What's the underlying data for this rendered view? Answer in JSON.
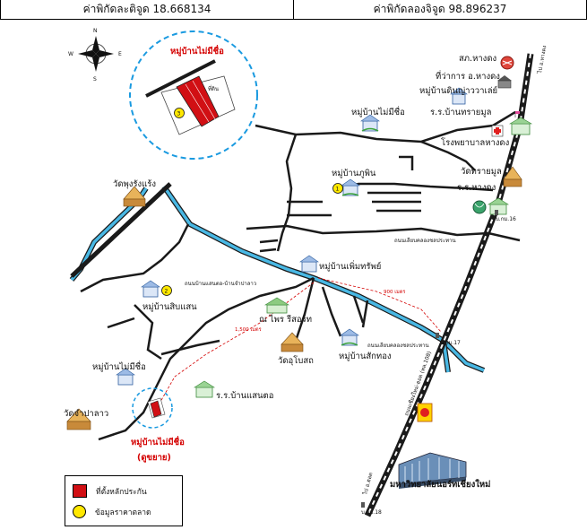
{
  "header": {
    "lat_label": "ค่าพิกัดละติจูด 18.668134",
    "lon_label": "ค่าพิกัดลองจิจูด 98.896237"
  },
  "compass": {
    "n": "N",
    "s": "S",
    "e": "E",
    "w": "W"
  },
  "places": {
    "post_office": "สภ.หางดง",
    "district_office": "ที่ว่าการ อ.หางดง",
    "village_dinyuwan": "หมู่บ้านดินญ่าววาเล่ย์",
    "village_unnamed_top": "หมู่บ้านไม่มีชื่อ",
    "school_phairmoon": "ร.ร.บ้านทรายมูล",
    "hospital": "โรงพยาบาลหางดง",
    "village_phupin": "หมู่บ้านภูพิน",
    "wat_saimoon": "วัดทรายมูล",
    "school_hangdong": "ร.ร.หางดง",
    "moo16": "บ.กม.16",
    "canal_road": "ถนนเลียบคลองชลประทาน",
    "wat_pungrungreang": "วัดพุงรังแร้ง",
    "village_permsap": "หมู่บ้านเพิ่มทรัพย์",
    "road_sanklang": "ถนนบ้านแสนตอ-บ้านจำปาลาว",
    "village_sibsan": "หมู่บ้านสิบแสน",
    "distance_1": "1,500 เมตร",
    "distance_2": "900 เมตร",
    "resort": "ณ ไพร รีสอร์ท",
    "moo17": "บ.กม.17",
    "wat_ubosot": "วัดอุโบสถ",
    "village_sakthong": "หมู่บ้านสักทอง",
    "canal_road_2": "ถนนเลียบคลองชลประทาน",
    "highway": "ถนนเชียงใหม่-ฮอด (ทล.108)",
    "village_unnamed_left": "หมู่บ้านไม่มีชื่อ",
    "school_sanklang": "ร.ร.บ้านแสนตอ",
    "wat_champalao": "วัดจำปาลาว",
    "subject_title": "หมู่บ้านไม่มีชื่อ",
    "subject_sub": "(ดูขยาย)",
    "university": "มหาวิทยาลัยนอร์ทเชียงใหม่",
    "moo18": "บ.กม.18",
    "to_hangdong": "ไป อ.หางดง",
    "to_hod": "ไป อ.ฮอด",
    "inset_title": "หมู่บ้านไม่มีชื่อ",
    "inset_plot": "ที่ดิน"
  },
  "markers": {
    "inset_marker": "3",
    "market_1": "1",
    "market_2": "2"
  },
  "legend": {
    "item_1": "ที่ตั้งหลักประกัน",
    "item_2": "ข้อมูลราคาตลาด"
  },
  "colors": {
    "collateral_red": "#d10f14",
    "market_yellow": "#ffe800",
    "canal_blue": "#49b8e4",
    "road": "#1a1a1a",
    "inset_border": "#1a9ae0"
  }
}
